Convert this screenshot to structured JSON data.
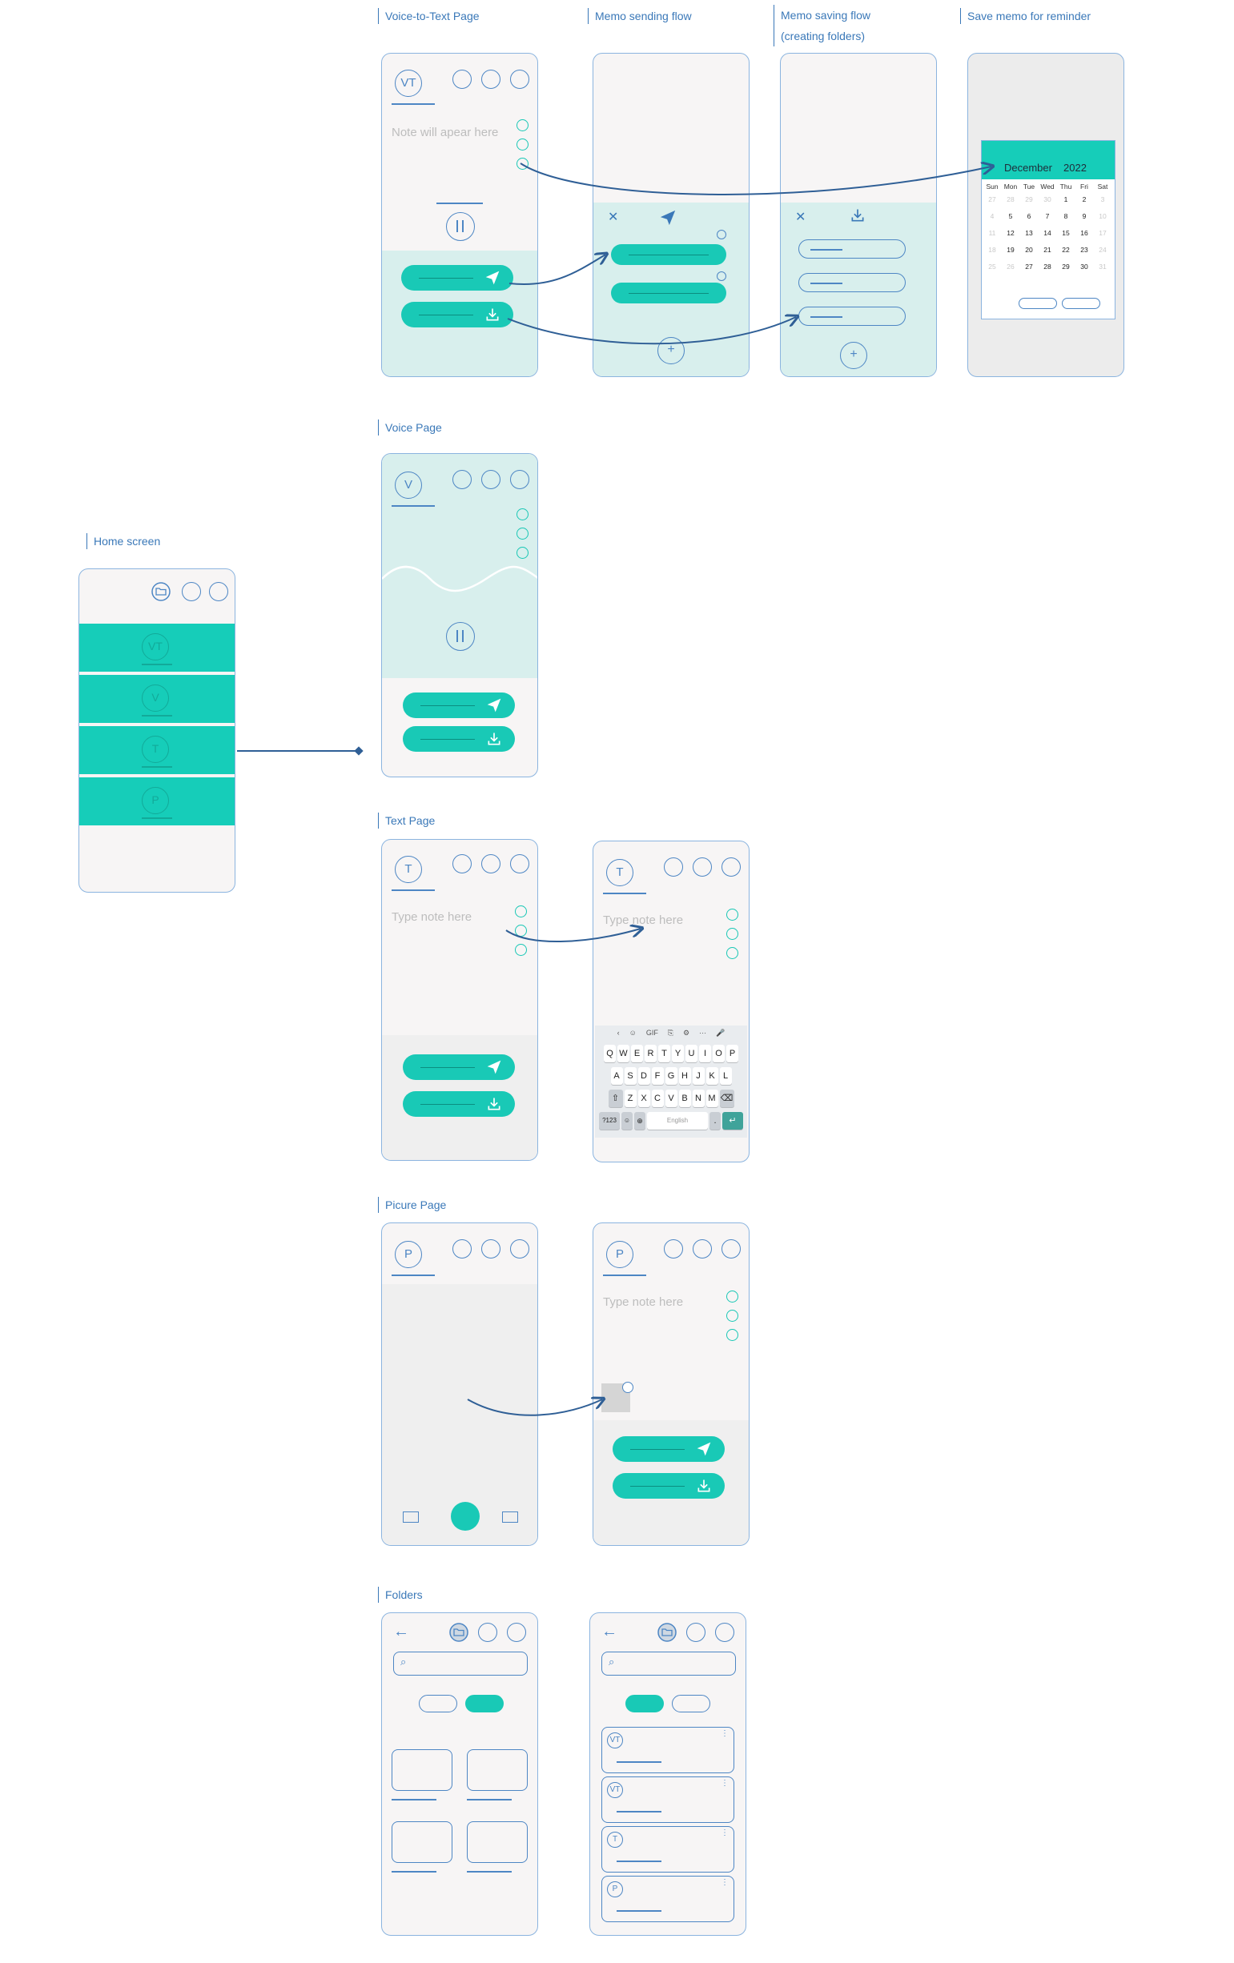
{
  "sections": {
    "voice_to_text": "Voice-to-Text Page",
    "memo_sending": "Memo sending flow",
    "memo_saving_l1": "Memo saving flow",
    "memo_saving_l2": "(creating folders)",
    "save_reminder": "Save memo for reminder",
    "voice_page": "Voice Page",
    "home_screen": "Home screen",
    "text_page": "Text Page",
    "picture_page": "Picure Page",
    "folders": "Folders"
  },
  "avatars": {
    "vt": "VT",
    "v": "V",
    "t": "T",
    "p": "P"
  },
  "placeholders": {
    "voice_to_text": "Note will apear here",
    "text": "Type note here"
  },
  "calendar": {
    "month": "December",
    "year": "2022",
    "weekdays": [
      "Sun",
      "Mon",
      "Tue",
      "Wed",
      "Thu",
      "Fri",
      "Sat"
    ],
    "rows": [
      [
        [
          "27",
          0
        ],
        [
          "28",
          0
        ],
        [
          "29",
          0
        ],
        [
          "30",
          0
        ],
        [
          "1",
          1
        ],
        [
          "2",
          1
        ],
        [
          "3",
          0
        ]
      ],
      [
        [
          "4",
          0
        ],
        [
          "5",
          1
        ],
        [
          "6",
          1
        ],
        [
          "7",
          1
        ],
        [
          "8",
          1
        ],
        [
          "9",
          1
        ],
        [
          "10",
          0
        ]
      ],
      [
        [
          "11",
          0
        ],
        [
          "12",
          1
        ],
        [
          "13",
          1
        ],
        [
          "14",
          1
        ],
        [
          "15",
          1
        ],
        [
          "16",
          1
        ],
        [
          "17",
          0
        ]
      ],
      [
        [
          "18",
          0
        ],
        [
          "19",
          1
        ],
        [
          "20",
          1
        ],
        [
          "21",
          1
        ],
        [
          "22",
          1
        ],
        [
          "23",
          1
        ],
        [
          "24",
          0
        ]
      ],
      [
        [
          "25",
          0
        ],
        [
          "26",
          0
        ],
        [
          "27",
          1
        ],
        [
          "28",
          1
        ],
        [
          "29",
          1
        ],
        [
          "30",
          1
        ],
        [
          "31",
          0
        ]
      ]
    ]
  },
  "keyboard": {
    "toolbar": [
      "‹",
      "☺",
      "GIF",
      "⎘",
      "⚙",
      "···",
      "🎤"
    ],
    "row1": [
      "Q",
      "W",
      "E",
      "R",
      "T",
      "Y",
      "U",
      "I",
      "O",
      "P"
    ],
    "row2": [
      "A",
      "S",
      "D",
      "F",
      "G",
      "H",
      "J",
      "K",
      "L"
    ],
    "row3": [
      "⇧",
      "Z",
      "X",
      "C",
      "V",
      "B",
      "N",
      "M",
      "⌫"
    ],
    "numbers_key": "?123",
    "space_label": "English",
    "period": ".",
    "enter": "↵"
  },
  "icons": [
    "send-icon",
    "download-icon",
    "pause-icon",
    "close-icon",
    "plus-icon",
    "folder-icon",
    "back-arrow-icon",
    "search-icon",
    "more-vertical-icon"
  ],
  "colors": {
    "accent": "#19c9b6",
    "outline": "#4d86c4",
    "panel": "#d8efed"
  }
}
